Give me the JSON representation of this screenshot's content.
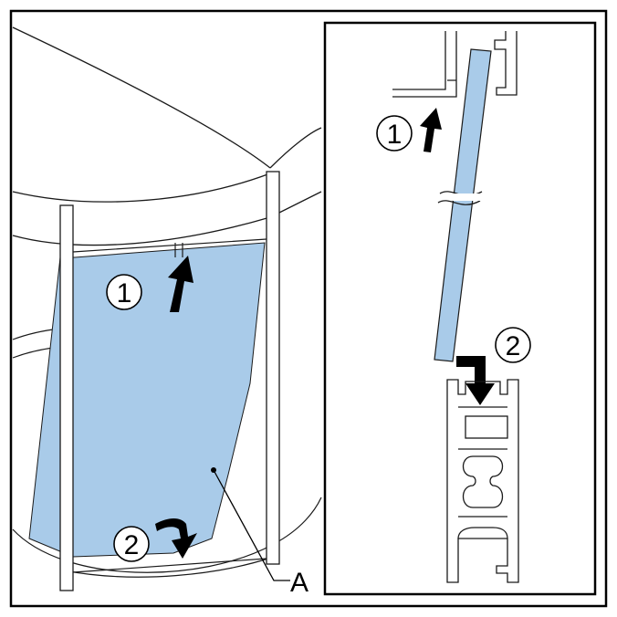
{
  "colors": {
    "glass": "#a9cbe9",
    "line": "#1a1a1a",
    "frame": "#000000",
    "background": "#ffffff"
  },
  "main_view": {
    "step_1_label": "1",
    "step_2_label": "2",
    "callout_label": "A"
  },
  "detail_view": {
    "step_1_label": "1",
    "step_2_label": "2"
  }
}
